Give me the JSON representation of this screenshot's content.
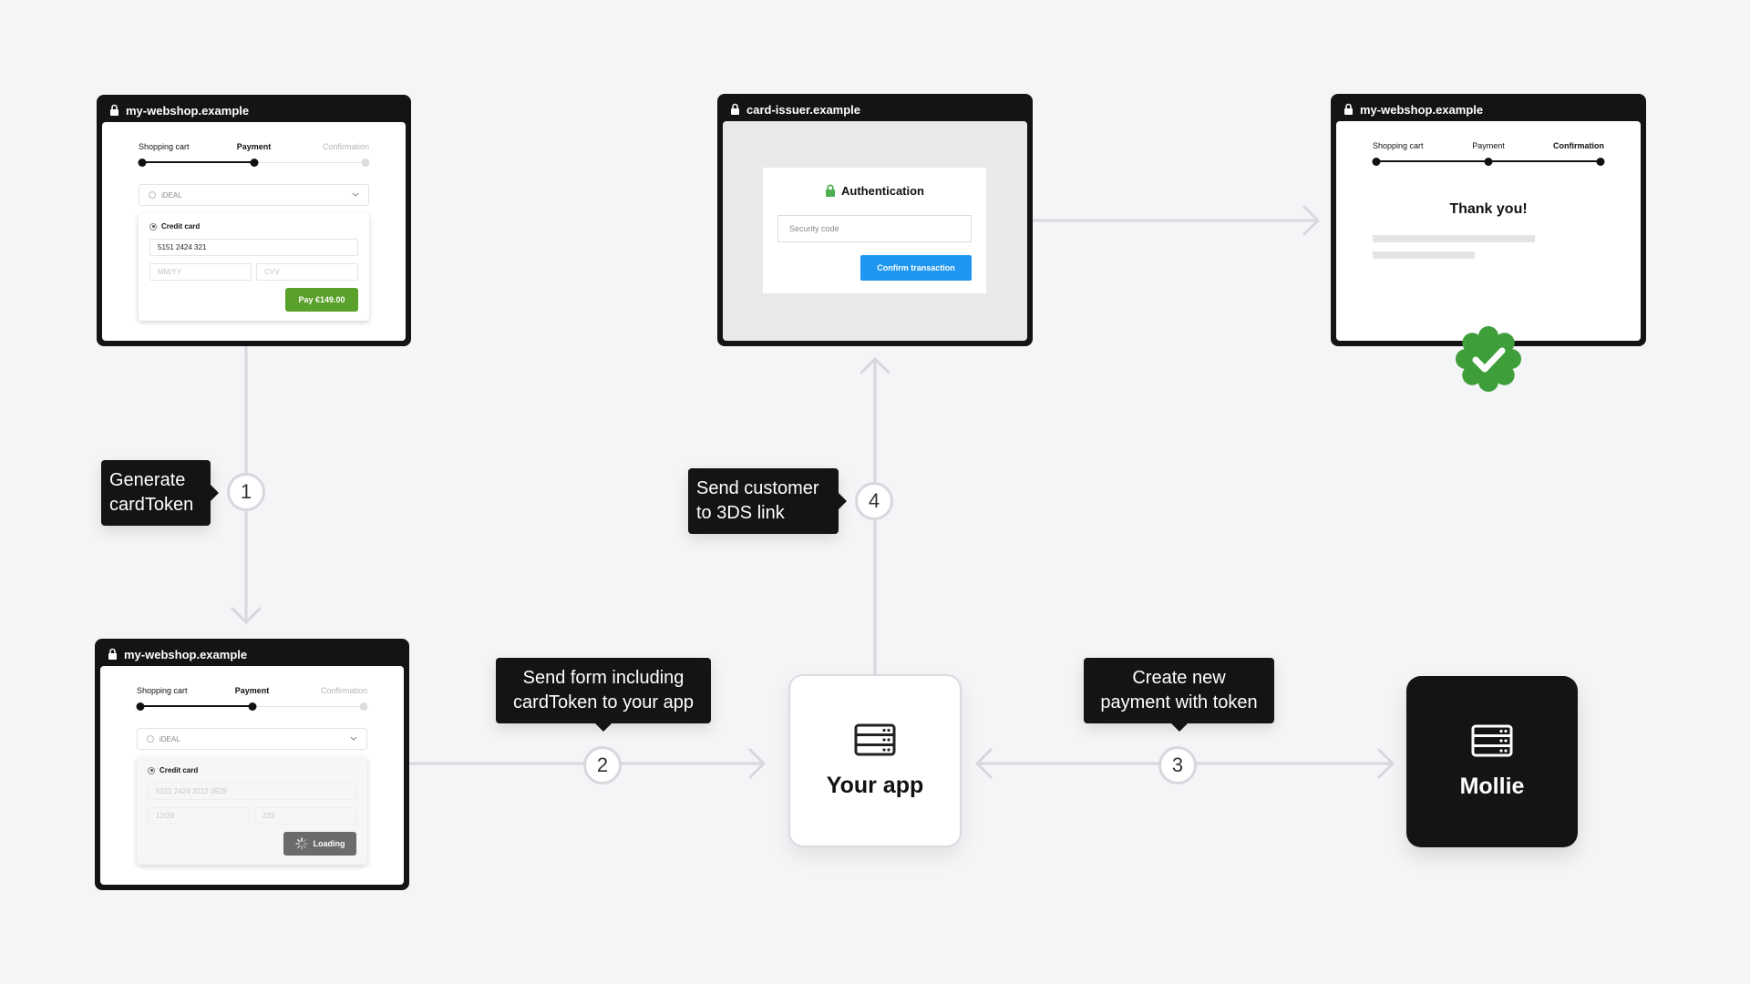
{
  "webshop_checkout": {
    "url": "my-webshop.example",
    "steps": [
      "Shopping cart",
      "Payment",
      "Confirmation"
    ],
    "ideal_label": "iDEAL",
    "credit_card_label": "Credit card",
    "card_number": "5151 2424 321",
    "expiry_placeholder": "MM/YY",
    "cvv_placeholder": "CVV",
    "pay_button": "Pay €149.00",
    "pay_button_color": "#59a12a"
  },
  "webshop_loading": {
    "url": "my-webshop.example",
    "steps": [
      "Shopping cart",
      "Payment",
      "Confirmation"
    ],
    "ideal_label": "iDEAL",
    "credit_card_label": "Credit card",
    "card_number": "5151 2424 3212 3929",
    "expiry": "12/29",
    "cvv": "233",
    "loading_button": "Loading"
  },
  "card_issuer": {
    "url": "card-issuer.example",
    "title": "Authentication",
    "security_placeholder": "Security code",
    "confirm_button": "Confirm transaction",
    "confirm_color": "#1f97f0",
    "lock_color": "#4caf50"
  },
  "webshop_confirmation": {
    "url": "my-webshop.example",
    "steps": [
      "Shopping cart",
      "Payment",
      "Confirmation"
    ],
    "thank_you": "Thank you!",
    "badge_color": "#3e9e3a"
  },
  "callouts": {
    "step1": [
      "Generate",
      "cardToken"
    ],
    "step2": [
      "Send form including",
      "cardToken to your app"
    ],
    "step3": [
      "Create new",
      "payment with token"
    ],
    "step4": [
      "Send customer",
      "to 3DS link"
    ]
  },
  "step_numbers": [
    "1",
    "2",
    "3",
    "4"
  ],
  "apps": {
    "your_app": "Your app",
    "mollie": "Mollie"
  },
  "colors": {
    "background": "#f4f5f7",
    "connector": "#d6d8de",
    "dark": "#141414"
  }
}
